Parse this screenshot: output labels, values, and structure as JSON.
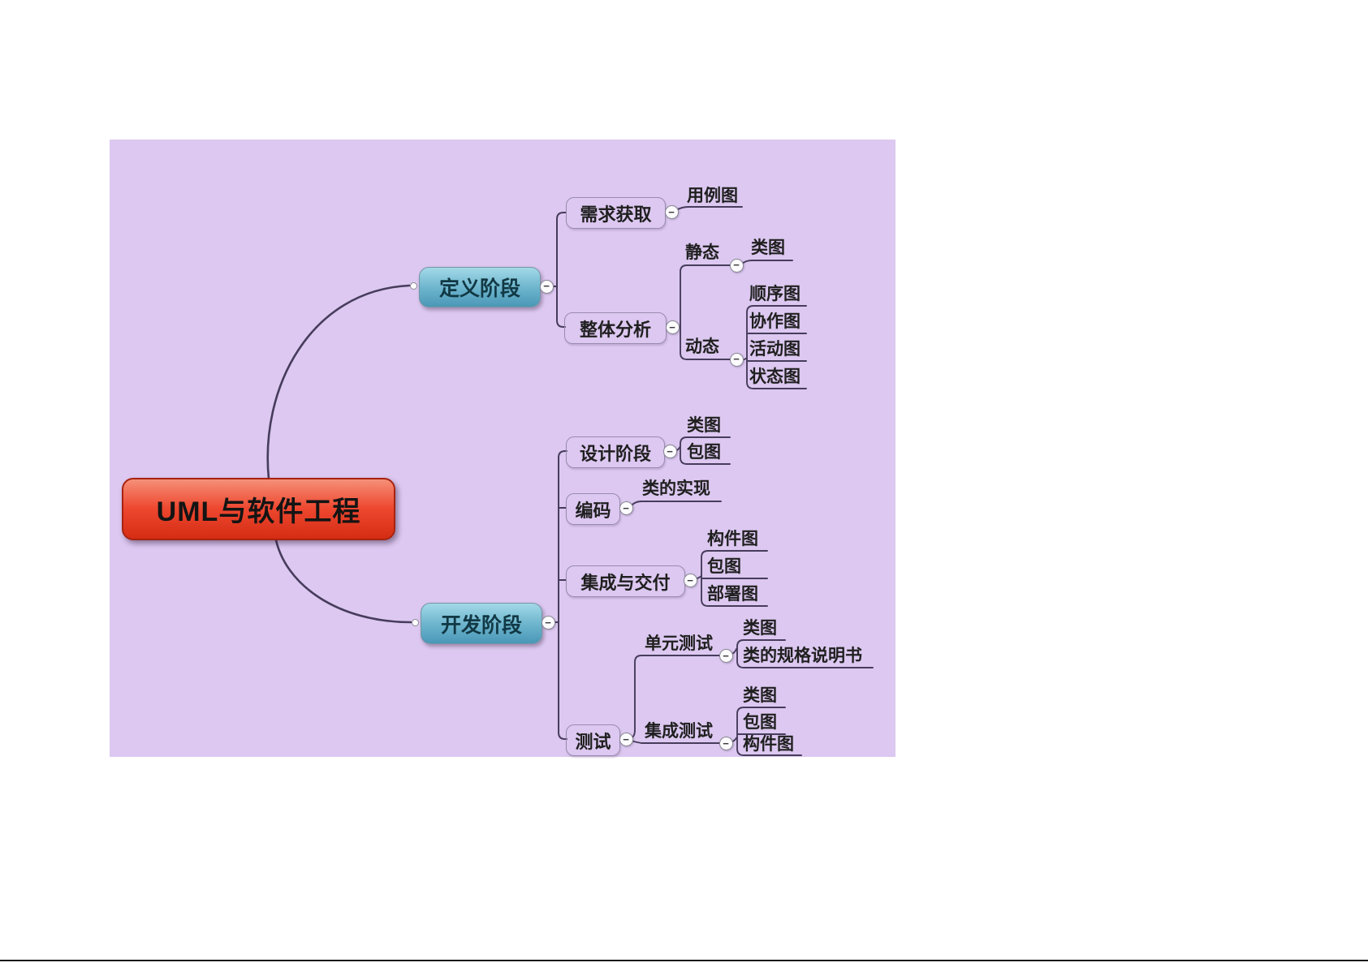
{
  "colors": {
    "canvas_background": "#dcc8f0",
    "root_fill": "#ee4830",
    "branch_fill": "#5fa8c4",
    "line": "#473c5c",
    "box_border": "#9b8bb0"
  },
  "icons": {
    "collapse": "−"
  },
  "mindmap": {
    "root": {
      "label": "UML与软件工程"
    },
    "define": {
      "label": "定义阶段",
      "requirements": {
        "label": "需求获取",
        "children": [
          "用例图"
        ]
      },
      "analysis": {
        "label": "整体分析",
        "static": {
          "label": "静态",
          "children": [
            "类图"
          ]
        },
        "dynamic": {
          "label": "动态",
          "children": [
            "顺序图",
            "协作图",
            "活动图",
            "状态图"
          ]
        }
      }
    },
    "develop": {
      "label": "开发阶段",
      "design": {
        "label": "设计阶段",
        "children": [
          "类图",
          "包图"
        ]
      },
      "coding": {
        "label": "编码",
        "children": [
          "类的实现"
        ]
      },
      "integration": {
        "label": "集成与交付",
        "children": [
          "构件图",
          "包图",
          "部署图"
        ]
      },
      "testing": {
        "label": "测试",
        "unit": {
          "label": "单元测试",
          "children": [
            "类图",
            "类的规格说明书"
          ]
        },
        "integration_test": {
          "label": "集成测试",
          "children": [
            "类图",
            "包图",
            "构件图"
          ]
        }
      }
    }
  }
}
